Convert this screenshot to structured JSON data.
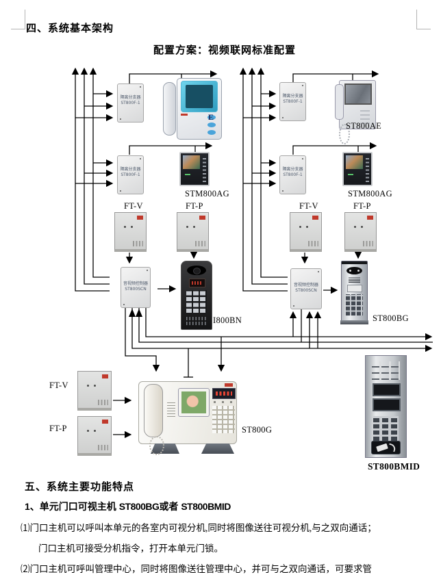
{
  "headings": {
    "section4": "四、系统基本架构",
    "diagram_title": "配置方案：视频联网标准配置",
    "section5": "五、系统主要功能特点",
    "feature1_prefix": "1、单元门口可视主机 ",
    "feature1_model1": "ST800BG",
    "feature1_mid": "或者 ",
    "feature1_model2": "ST800BMID"
  },
  "paragraphs": {
    "p1": "⑴门口主机可以呼叫本单元的各室内可视分机,同时将图像送往可视分机,与之双向通话；",
    "p2": "门口主机可接受分机指令，打开本单元门锁。",
    "p3": "⑵门口主机可呼叫管理中心，同时将图像送往管理中心，并可与之双向通话，可要求管"
  },
  "devices": {
    "isolator": {
      "line1": "隔离分支器",
      "line2": "ST800F-1"
    },
    "controller": {
      "line1": "音视频控制器",
      "line2": "ST800SCN"
    },
    "monitor1_partial_label": "E",
    "st800ae_label": "ST800AE",
    "stm800ag_label": "STM800AG",
    "ftv_label": "FT-V",
    "ftp_label": "FT-P",
    "i800bn_label": "I800BN",
    "st800bg_label": "ST800BG",
    "st800g_label": "ST800G",
    "st800bmd_label": "ST800BMID"
  }
}
